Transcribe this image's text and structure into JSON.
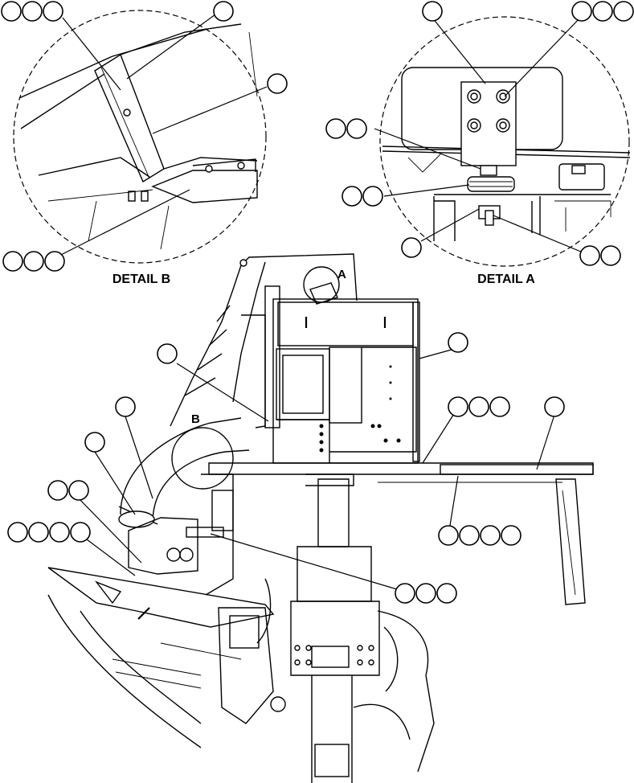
{
  "details": {
    "detail_a_label": "DETAIL A",
    "detail_b_label": "DETAIL B"
  },
  "view_markers": {
    "marker_a": "A",
    "marker_b": "B"
  }
}
